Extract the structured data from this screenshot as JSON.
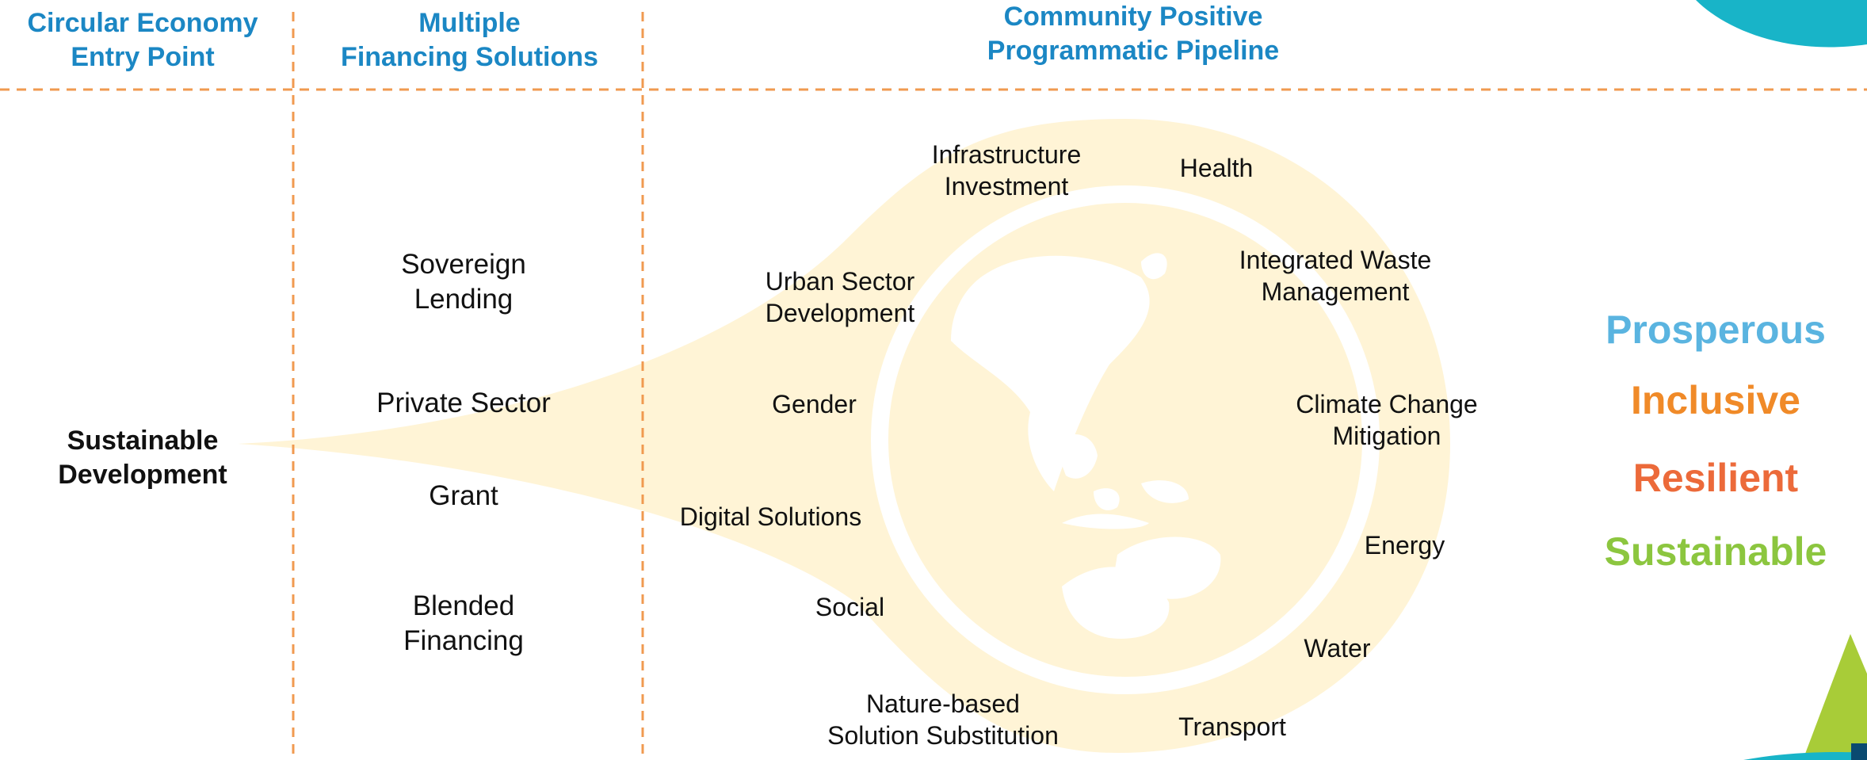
{
  "headers": {
    "entry_point": "Circular Economy\nEntry Point",
    "financing": "Multiple\nFinancing Solutions",
    "pipeline": "Community Positive\nProgrammatic Pipeline"
  },
  "entry": {
    "label": "Sustainable\nDevelopment"
  },
  "financing_options": [
    "Sovereign\nLending",
    "Private Sector",
    "Grant",
    "Blended\nFinancing"
  ],
  "pipeline_topics": [
    "Infrastructure\nInvestment",
    "Health",
    "Urban Sector\nDevelopment",
    "Integrated Waste\nManagement",
    "Gender",
    "Climate Change\nMitigation",
    "Digital Solutions",
    "Energy",
    "Social",
    "Water",
    "Nature-based\nSolution Substitution",
    "Transport"
  ],
  "outcomes": [
    {
      "label": "Prosperous",
      "color": "#5ab4e0"
    },
    {
      "label": "Inclusive",
      "color": "#f08a28"
    },
    {
      "label": "Resilient",
      "color": "#ec6a3a"
    },
    {
      "label": "Sustainable",
      "color": "#8cc63f"
    }
  ],
  "colors": {
    "divider": "#f09a50",
    "funnel": "#fff4d6",
    "header_text": "#1b87c4",
    "corner_teal": "#18b4c8",
    "corner_green": "#a8cc38"
  }
}
